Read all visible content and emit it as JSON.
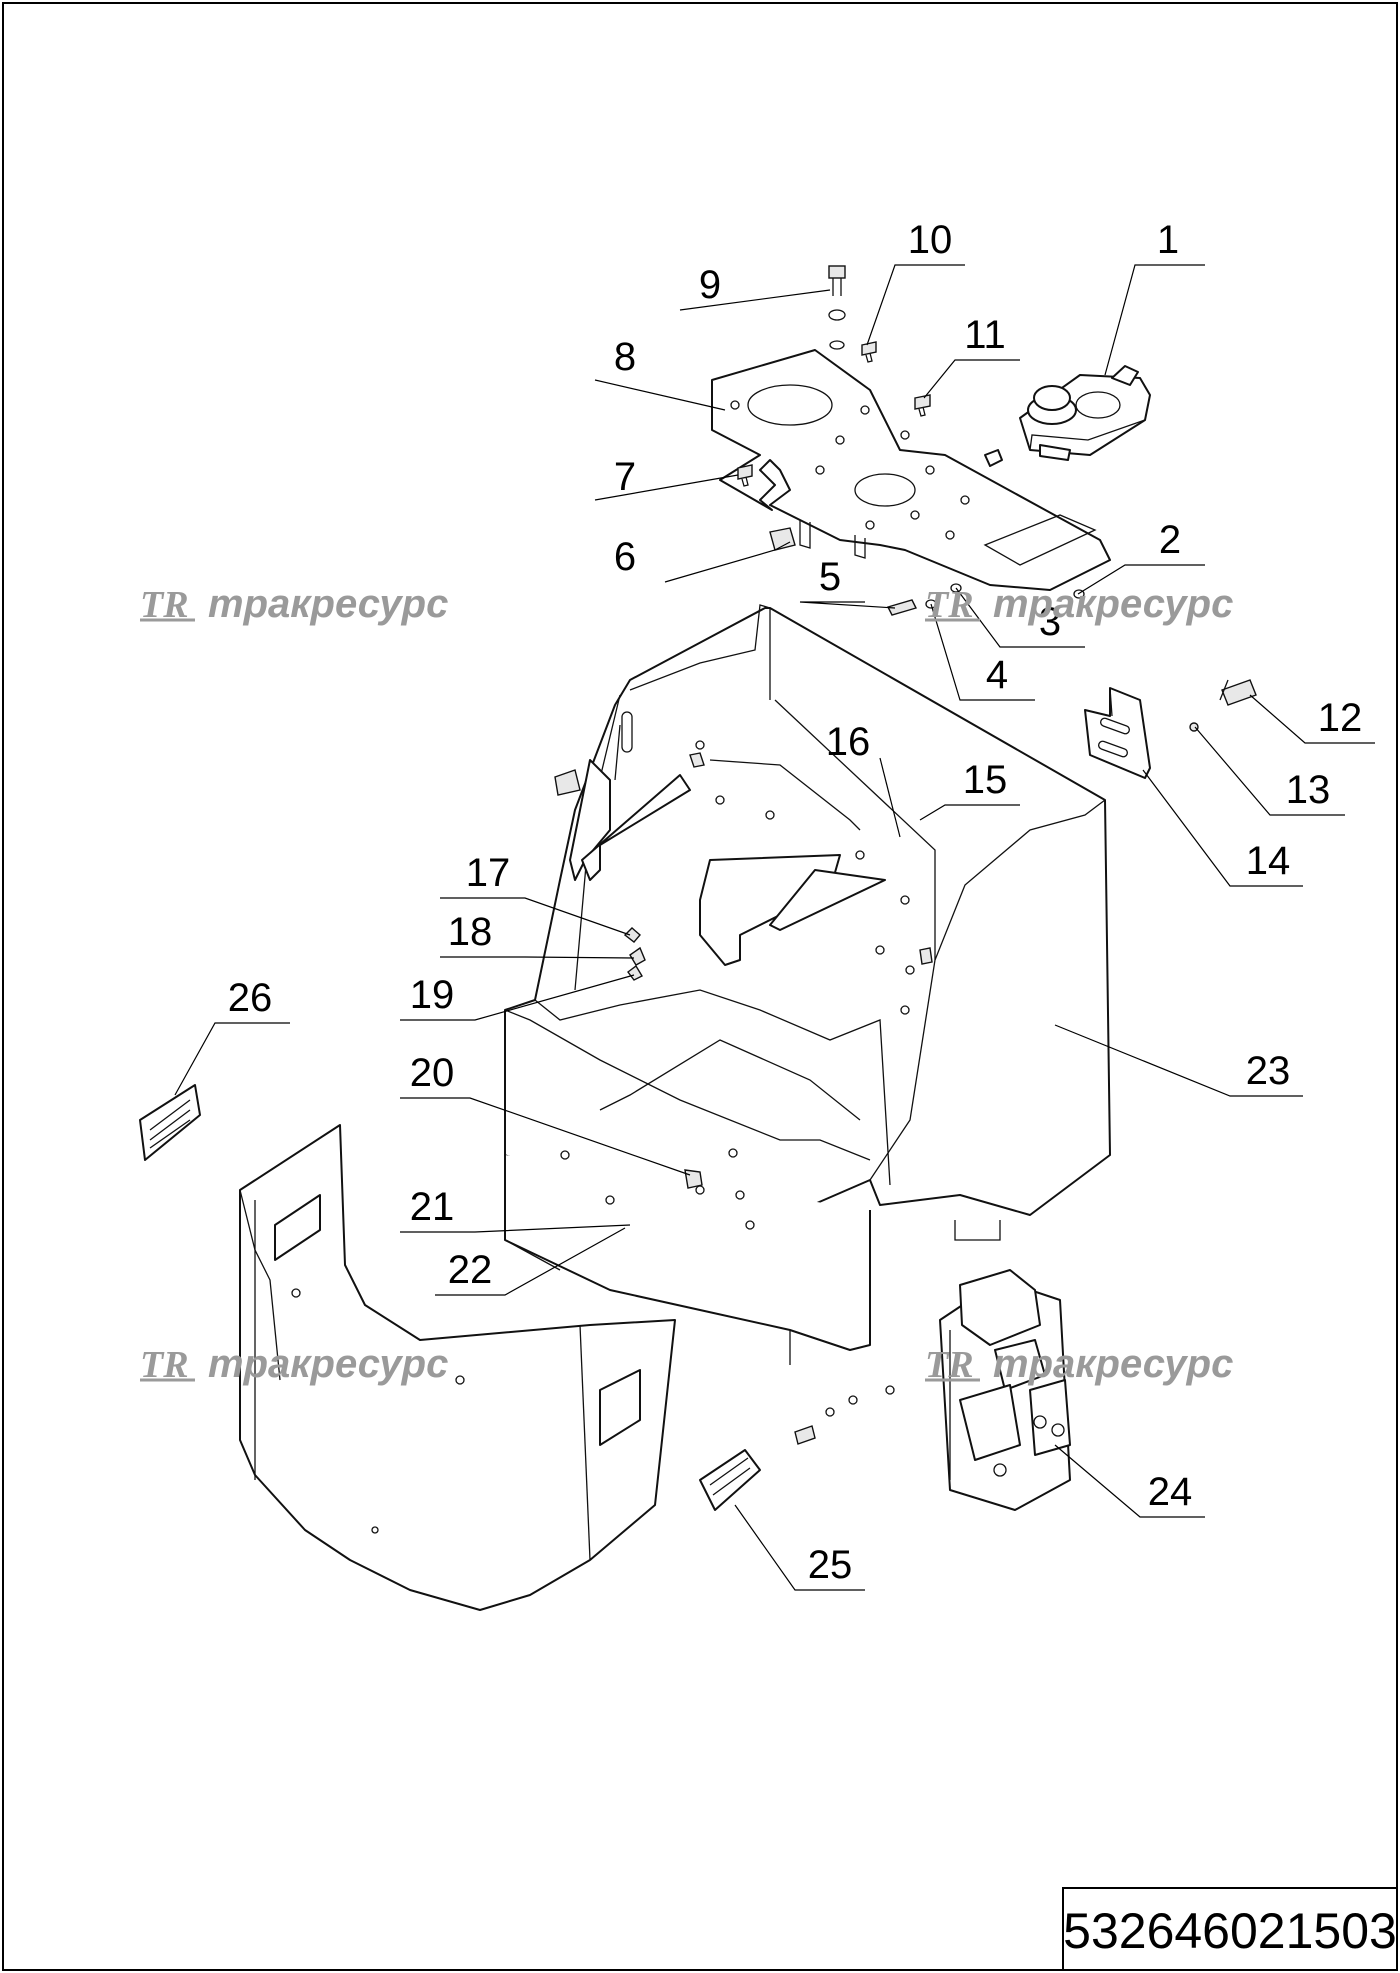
{
  "document_code": "532646021503",
  "watermarks": [
    {
      "logo": "TR",
      "text": "тракресурс"
    },
    {
      "logo": "TR",
      "text": "тракресурс"
    },
    {
      "logo": "TR",
      "text": "тракресурс"
    },
    {
      "logo": "TR",
      "text": "тракресурс"
    }
  ],
  "callouts": [
    "1",
    "2",
    "3",
    "4",
    "5",
    "6",
    "7",
    "8",
    "9",
    "10",
    "11",
    "12",
    "13",
    "14",
    "15",
    "16",
    "17",
    "18",
    "19",
    "20",
    "21",
    "22",
    "23",
    "24",
    "25",
    "26"
  ]
}
